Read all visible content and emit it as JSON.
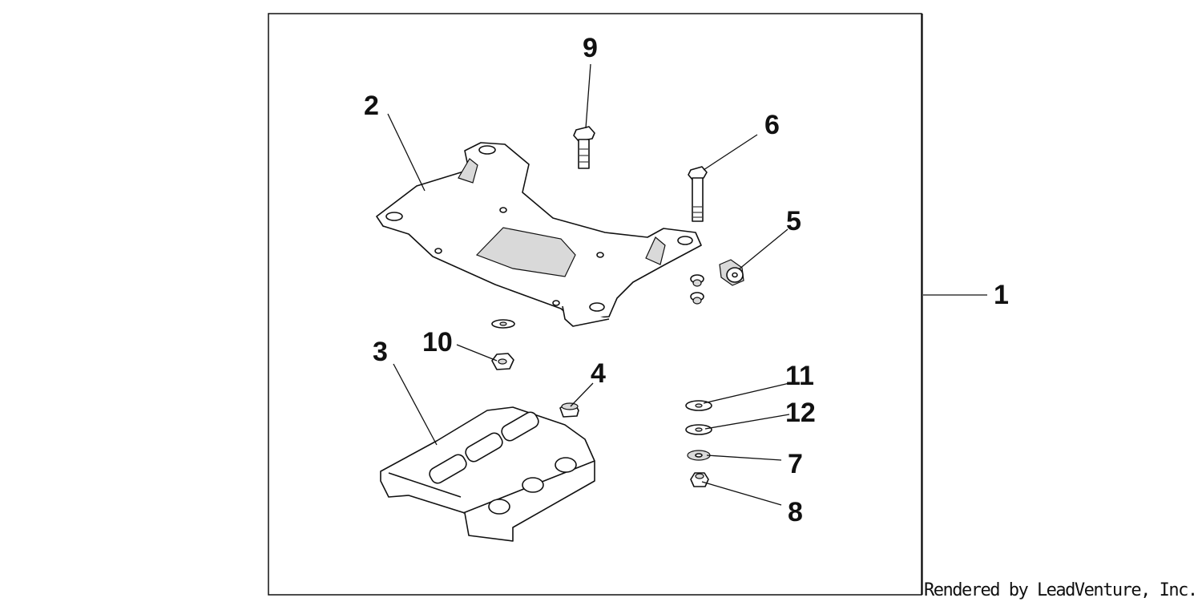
{
  "diagram": {
    "callouts": [
      {
        "id": "1",
        "label": "1"
      },
      {
        "id": "2",
        "label": "2"
      },
      {
        "id": "3",
        "label": "3"
      },
      {
        "id": "4",
        "label": "4"
      },
      {
        "id": "5",
        "label": "5"
      },
      {
        "id": "6",
        "label": "6"
      },
      {
        "id": "7",
        "label": "7"
      },
      {
        "id": "8",
        "label": "8"
      },
      {
        "id": "9",
        "label": "9"
      },
      {
        "id": "10",
        "label": "10"
      },
      {
        "id": "11",
        "label": "11"
      },
      {
        "id": "12",
        "label": "12"
      }
    ]
  },
  "footer": {
    "credit": "Rendered by LeadVenture, Inc."
  }
}
